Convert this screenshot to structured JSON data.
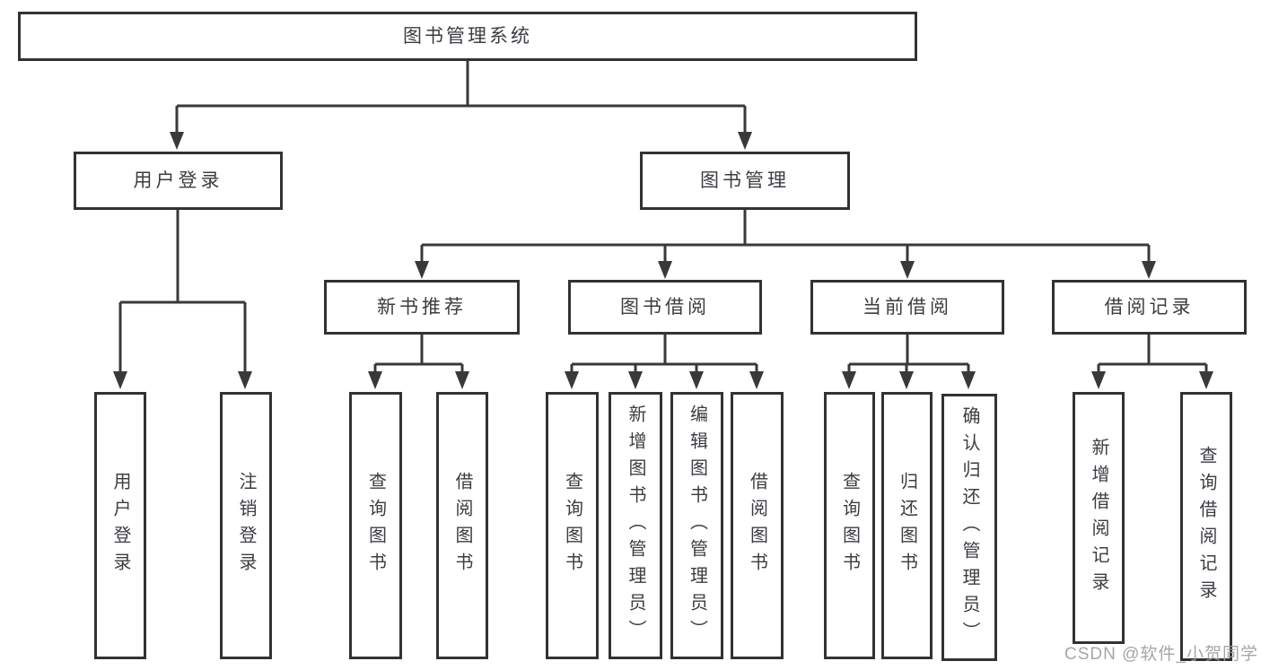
{
  "tree": {
    "label": "图书管理系统",
    "children": [
      {
        "label": "用户登录",
        "children": [
          {
            "label": "用户登录"
          },
          {
            "label": "注销登录"
          }
        ]
      },
      {
        "label": "图书管理",
        "children": [
          {
            "label": "新书推荐",
            "children": [
              {
                "label": "查询图书"
              },
              {
                "label": "借阅图书"
              }
            ]
          },
          {
            "label": "图书借阅",
            "children": [
              {
                "label": "查询图书"
              },
              {
                "label": "新增图书（管理员）"
              },
              {
                "label": "编辑图书（管理员）"
              },
              {
                "label": "借阅图书"
              }
            ]
          },
          {
            "label": "当前借阅",
            "children": [
              {
                "label": "查询图书"
              },
              {
                "label": "归还图书"
              },
              {
                "label": "确认归还（管理员）"
              }
            ]
          },
          {
            "label": "借阅记录",
            "children": [
              {
                "label": "新增借阅记录"
              },
              {
                "label": "查询借阅记录"
              }
            ]
          }
        ]
      }
    ]
  },
  "watermark": {
    "text": "CSDN @软件_小贺同学"
  },
  "colors": {
    "background": "#ffffff",
    "box_border": "#323234",
    "connector_line": "#39393b",
    "text": "#3b3d42",
    "watermark": "#9e9ea2"
  }
}
